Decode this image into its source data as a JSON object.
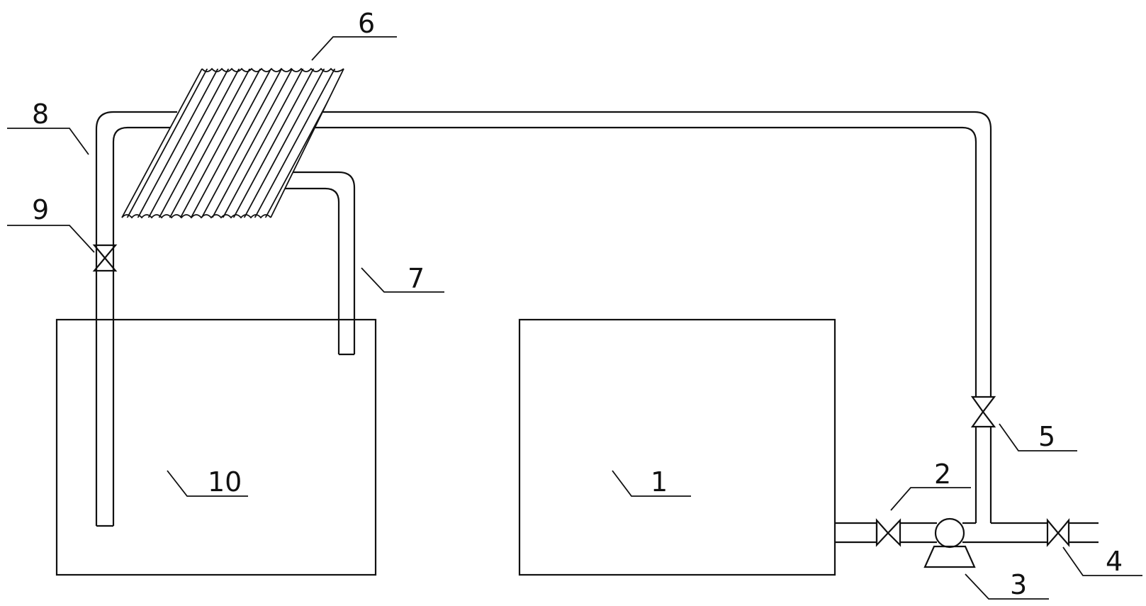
{
  "labels": {
    "l1": "1",
    "l2": "2",
    "l3": "3",
    "l4": "4",
    "l5": "5",
    "l6": "6",
    "l7": "7",
    "l8": "8",
    "l9": "9",
    "l10": "10"
  },
  "colors": {
    "line": "#111111",
    "background": "#ffffff"
  }
}
